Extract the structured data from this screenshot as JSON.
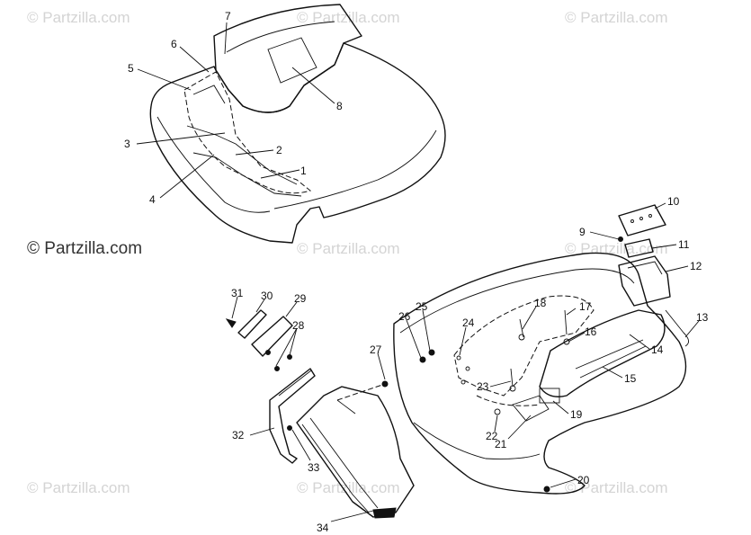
{
  "watermarks": {
    "corner": "© Partzilla.com",
    "center": "© Partzilla.com"
  },
  "part_numbers": [
    "1",
    "2",
    "3",
    "4",
    "5",
    "6",
    "7",
    "8",
    "9",
    "10",
    "11",
    "12",
    "13",
    "14",
    "15",
    "16",
    "17",
    "18",
    "19",
    "20",
    "21",
    "22",
    "23",
    "24",
    "25",
    "26",
    "27",
    "28",
    "29",
    "30",
    "31",
    "32",
    "33",
    "34"
  ],
  "colors": {
    "line": "#111111",
    "watermark": "#d4d4d4",
    "background": "#ffffff"
  }
}
